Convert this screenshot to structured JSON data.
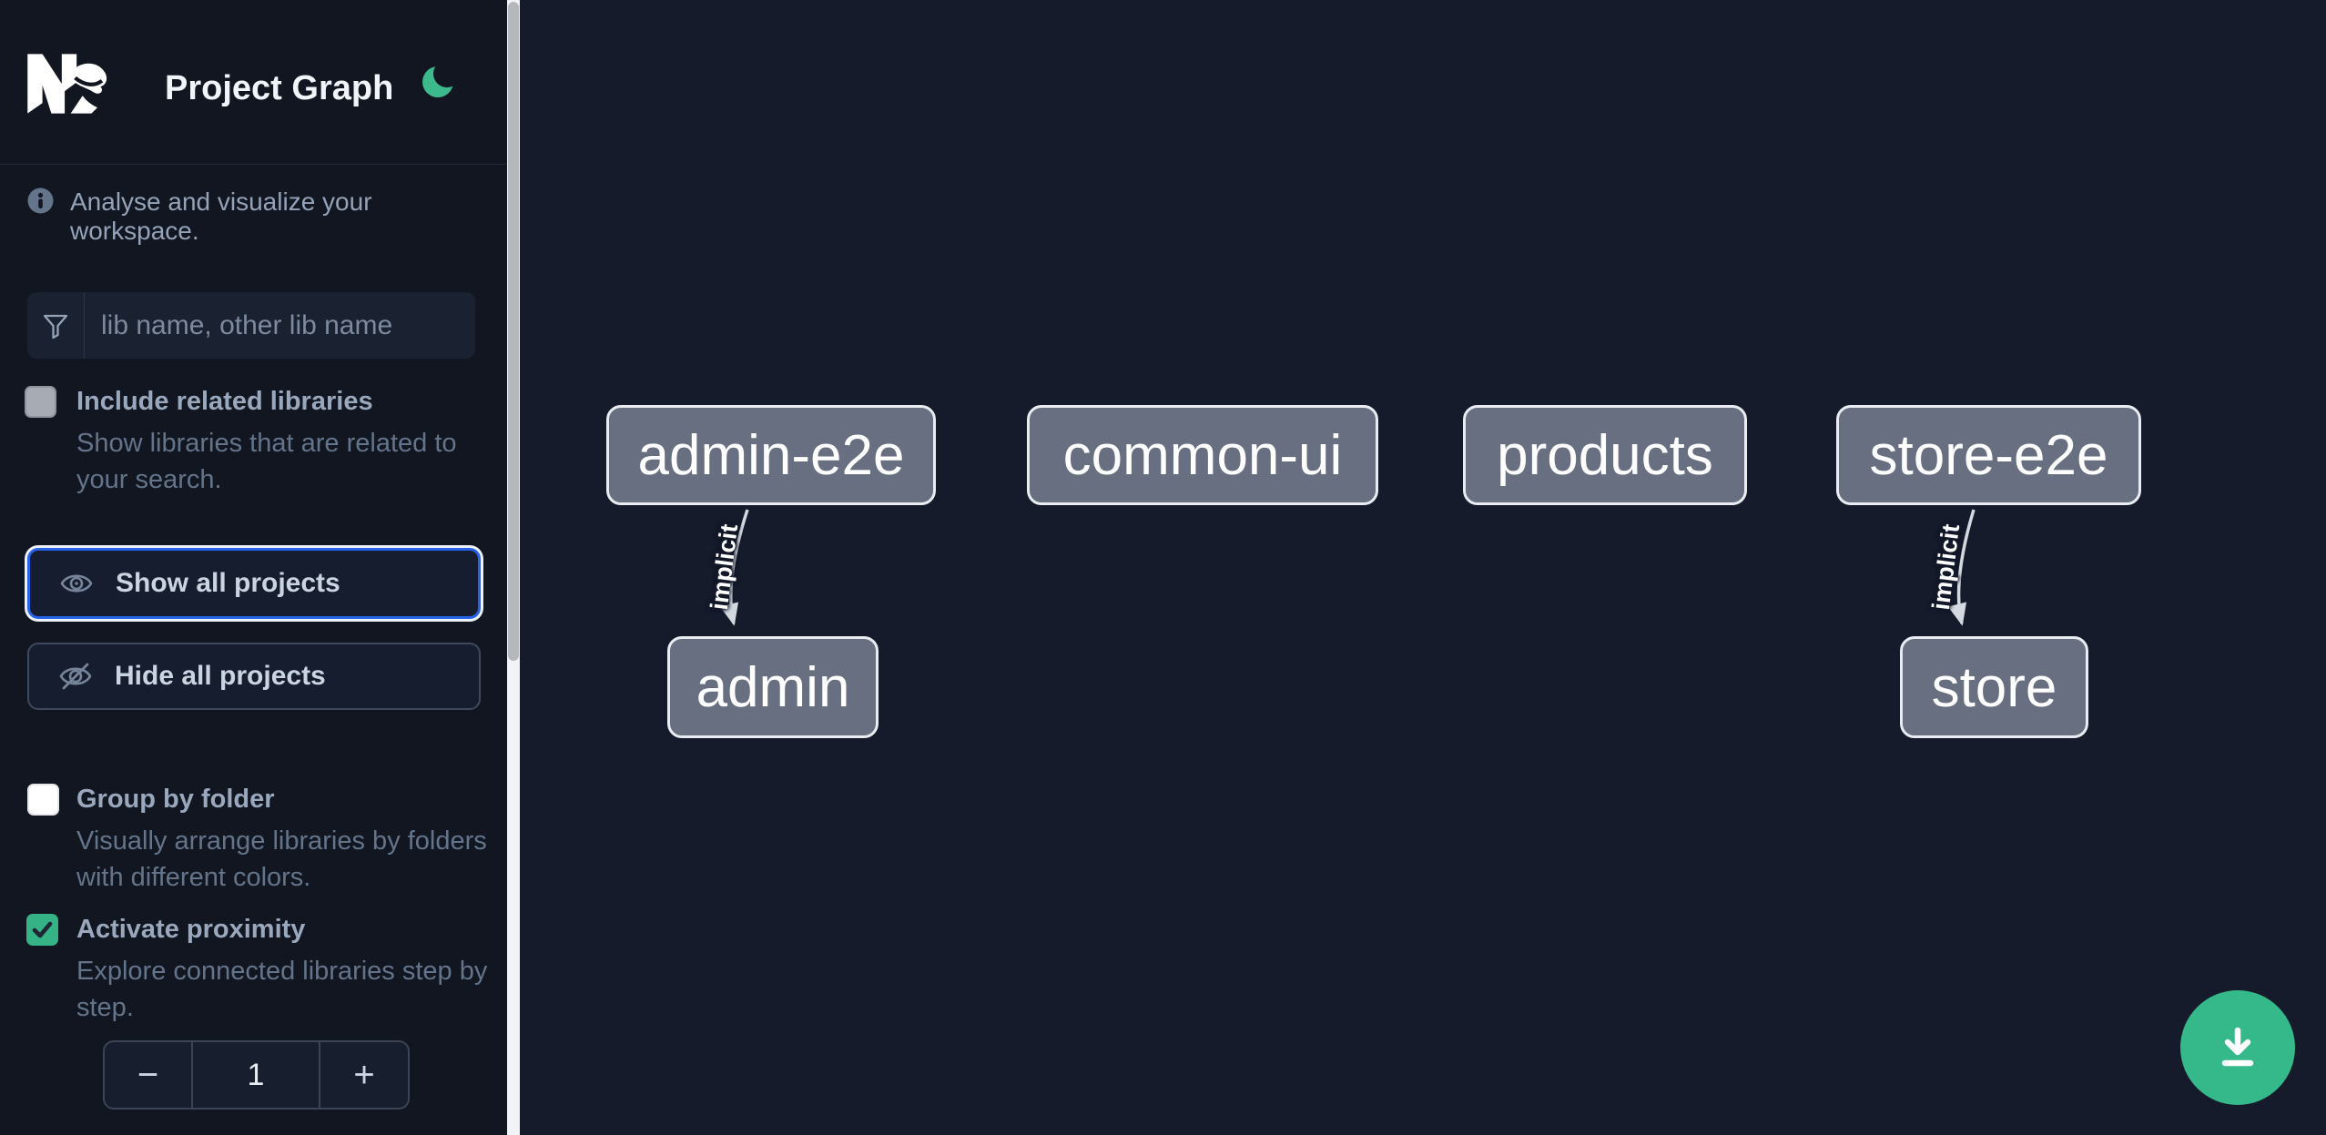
{
  "header": {
    "title": "Project Graph",
    "logo": "nx-logo",
    "theme_toggle_icon": "moon-icon"
  },
  "sidebar": {
    "intro": {
      "icon": "info-icon",
      "text": "Analyse and visualize your workspace."
    },
    "search": {
      "icon": "filter-funnel-icon",
      "placeholder": "lib name, other lib name",
      "value": ""
    },
    "include_related": {
      "label": "Include related libraries",
      "description": "Show libraries that are related to your search.",
      "checked": false,
      "disabled": true
    },
    "actions": {
      "show_all": {
        "icon": "eye-icon",
        "label": "Show all projects",
        "focused": true
      },
      "hide_all": {
        "icon": "eye-off-icon",
        "label": "Hide all projects",
        "focused": false
      }
    },
    "group_by_folder": {
      "label": "Group by folder",
      "description": "Visually arrange libraries by folders with different colors.",
      "checked": false
    },
    "proximity": {
      "label": "Activate proximity",
      "description": "Explore connected libraries step by step.",
      "checked": true,
      "stepper": {
        "decrement_label": "−",
        "value": "1",
        "increment_label": "+"
      }
    }
  },
  "graph": {
    "nodes": [
      {
        "label": "admin-e2e"
      },
      {
        "label": "common-ui"
      },
      {
        "label": "products"
      },
      {
        "label": "store-e2e"
      },
      {
        "label": "admin"
      },
      {
        "label": "store"
      }
    ],
    "edges": [
      {
        "source": "admin-e2e",
        "target": "admin",
        "label": "implicit"
      },
      {
        "source": "store-e2e",
        "target": "store",
        "label": "implicit"
      }
    ]
  },
  "fab": {
    "icon": "download-icon"
  },
  "colors": {
    "sidebar_bg": "#111621",
    "canvas_bg": "#151b2b",
    "accent_green": "#35b98a",
    "focus_blue": "#2563eb",
    "node_fill": "#676f80",
    "node_border": "#e9edf2",
    "edge_stroke": "#d4d9e0"
  }
}
